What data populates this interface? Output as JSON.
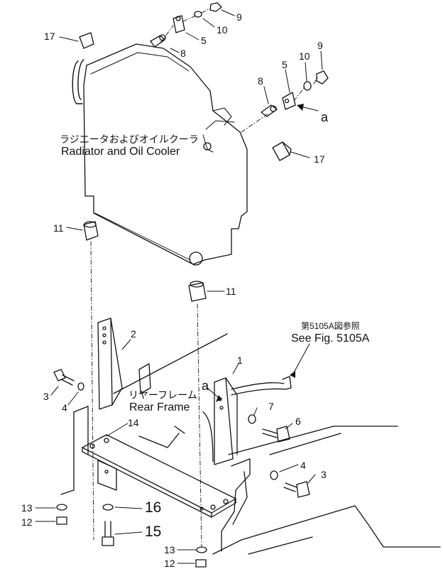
{
  "annotations": {
    "radiator_jp": "ラジエータおよびオイルクーラ",
    "radiator_en": "Radiator and Oil Cooler",
    "rear_frame_jp": "リヤーフレーム",
    "rear_frame_en": "Rear Frame",
    "see_fig_jp": "第5105A図参照",
    "see_fig_en": "See Fig. 5105A",
    "arrow_ref": "a"
  },
  "callouts": {
    "p1": "1",
    "p2": "2",
    "p3_left": "3",
    "p3_right": "3",
    "p4_left": "4",
    "p4_right": "4",
    "p5_top": "5",
    "p5_right": "5",
    "p6": "6",
    "p7": "7",
    "p8_top": "8",
    "p8_right": "8",
    "p9_top": "9",
    "p9_right": "9",
    "p10_top": "10",
    "p10_right": "10",
    "p11_left": "11",
    "p11_right": "11",
    "p12_left": "12",
    "p12_right": "12",
    "p13_left": "13",
    "p13_right": "13",
    "p14": "14",
    "p15": "15",
    "p16": "16",
    "p17_left": "17",
    "p17_right": "17"
  }
}
